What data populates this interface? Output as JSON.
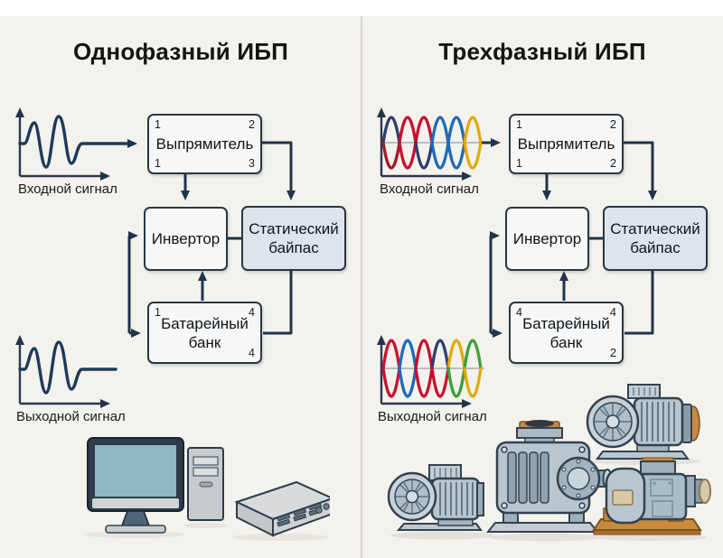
{
  "colors": {
    "bg": "#f3f2ed",
    "divider": "#d8d5ce",
    "line": "#20344a",
    "axis": "#2a3a4e",
    "box_fill": "#f6f7f6",
    "box_border": "#2a3744",
    "bypass_fill": "#dee5ea",
    "wave_single": "#1e3a5a",
    "text": "#141414"
  },
  "left": {
    "title": "Однофазный ИБП",
    "input_label": "Входной сигнал",
    "output_label": "Выходной сигнал",
    "rectifier": {
      "label": "Выпрямитель",
      "corner_tl": "1",
      "corner_tr": "2",
      "corner_bl": "1",
      "corner_br": "3"
    },
    "inverter": {
      "label": "Инвертор"
    },
    "bypass": {
      "line1": "Статический",
      "line2": "байпас"
    },
    "battery": {
      "line1": "Батарейный",
      "line2": "банк",
      "corner_tl": "1",
      "corner_tr": "4",
      "corner_br": "4"
    },
    "devices": [
      "monitor-icon",
      "tower-pc-icon",
      "mini-desktop-icon"
    ]
  },
  "right": {
    "title": "Трехфазный ИБП",
    "input_label": "Входной сигнал",
    "output_label": "Выходной сигнал",
    "rectifier": {
      "label": "Выпрямитель",
      "corner_tl": "1",
      "corner_tr": "2",
      "corner_bl": "1",
      "corner_br": "2"
    },
    "inverter": {
      "label": "Инвертор"
    },
    "bypass": {
      "line1": "Статический",
      "line2": "байпас"
    },
    "battery": {
      "line1": "Батарейный",
      "line2": "банк",
      "corner_tl": "4",
      "corner_tr": "4",
      "corner_br": "2"
    },
    "waves": {
      "input_petals": [
        [
          "#2e3f6e",
          "#9e1c24"
        ],
        [
          "#c8102e",
          "#c8102e"
        ],
        [
          "#c8102e",
          "#2e3f6e"
        ],
        [
          "#1f6cb4",
          "#1f6cb4"
        ],
        [
          "#1f6cb4",
          "#1f6cb4"
        ],
        [
          "#e2a90b",
          "#e2a90b"
        ]
      ],
      "output_petals": [
        [
          "#c8102e",
          "#c8102e"
        ],
        [
          "#1f6cb4",
          "#1f6cb4"
        ],
        [
          "#c8102e",
          "#c8102e"
        ],
        [
          "#2e3f6e",
          "#c8102e"
        ],
        [
          "#e2a90b",
          "#3f9d3a"
        ],
        [
          "#3f9d3a",
          "#e2a90b"
        ]
      ]
    },
    "devices": [
      "electric-motor-icon",
      "gearbox-icon",
      "electric-motor-icon",
      "pump-skid-icon"
    ]
  }
}
